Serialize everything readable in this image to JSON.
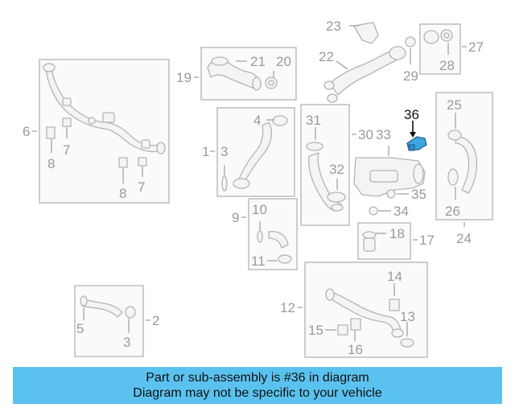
{
  "callouts": {
    "c1": "1",
    "c2": "2",
    "c3a": "3",
    "c3b": "3",
    "c4": "4",
    "c5": "5",
    "c6": "6",
    "c7a": "7",
    "c7b": "7",
    "c8a": "8",
    "c8b": "8",
    "c9": "9",
    "c10": "10",
    "c11": "11",
    "c12": "12",
    "c13": "13",
    "c14": "14",
    "c15": "15",
    "c16": "16",
    "c17": "17",
    "c18": "18",
    "c19": "19",
    "c20": "20",
    "c21": "21",
    "c22": "22",
    "c23": "23",
    "c24": "24",
    "c25": "25",
    "c26": "26",
    "c27": "27",
    "c28": "28",
    "c29": "29",
    "c30": "30",
    "c31": "31",
    "c32": "32",
    "c33": "33",
    "c34": "34",
    "c35": "35",
    "c36": "36"
  },
  "colors": {
    "highlight_part": "#3da6e0",
    "banner_bg": "#5bc2f0",
    "line_art": "#b4b4b4",
    "callout_gray": "#9a9a9a"
  },
  "banner": {
    "line1": "Part or sub-assembly is #36 in diagram",
    "line2": "Diagram may not be specific to your vehicle"
  }
}
